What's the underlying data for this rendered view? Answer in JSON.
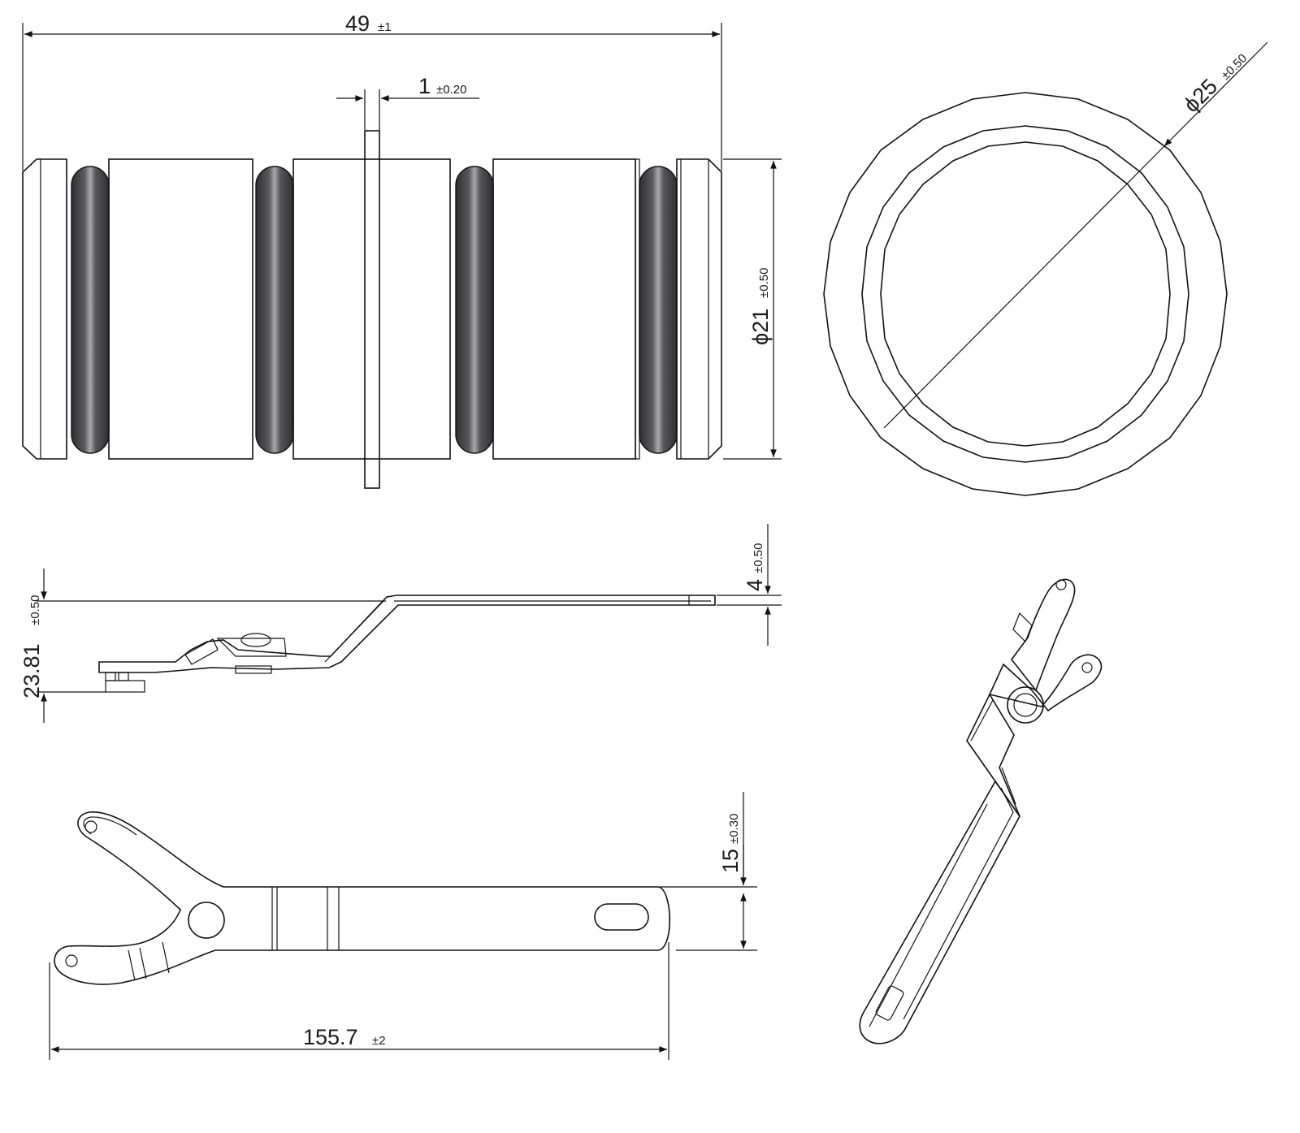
{
  "drawing": {
    "colors": {
      "part_fill": "#ece8e3",
      "oring_dark": "#3e3e40",
      "line": "#111111"
    },
    "dimensions": {
      "length": {
        "value": "49",
        "tolerance": "±1"
      },
      "flange": {
        "value": "1",
        "tolerance": "±0.20"
      },
      "diameter_side": {
        "value": "ϕ21",
        "tolerance": "±0.50"
      },
      "diameter_end": {
        "value": "ϕ25",
        "tolerance": "±0.50"
      },
      "wrench_thickness": {
        "value": "4",
        "tolerance": "±0.50"
      },
      "wrench_height": {
        "value": "23.81",
        "tolerance": "±0.50"
      },
      "handle_width": {
        "value": "15",
        "tolerance": "±0.30"
      },
      "wrench_length": {
        "value": "155.7",
        "tolerance": "±2"
      }
    }
  }
}
